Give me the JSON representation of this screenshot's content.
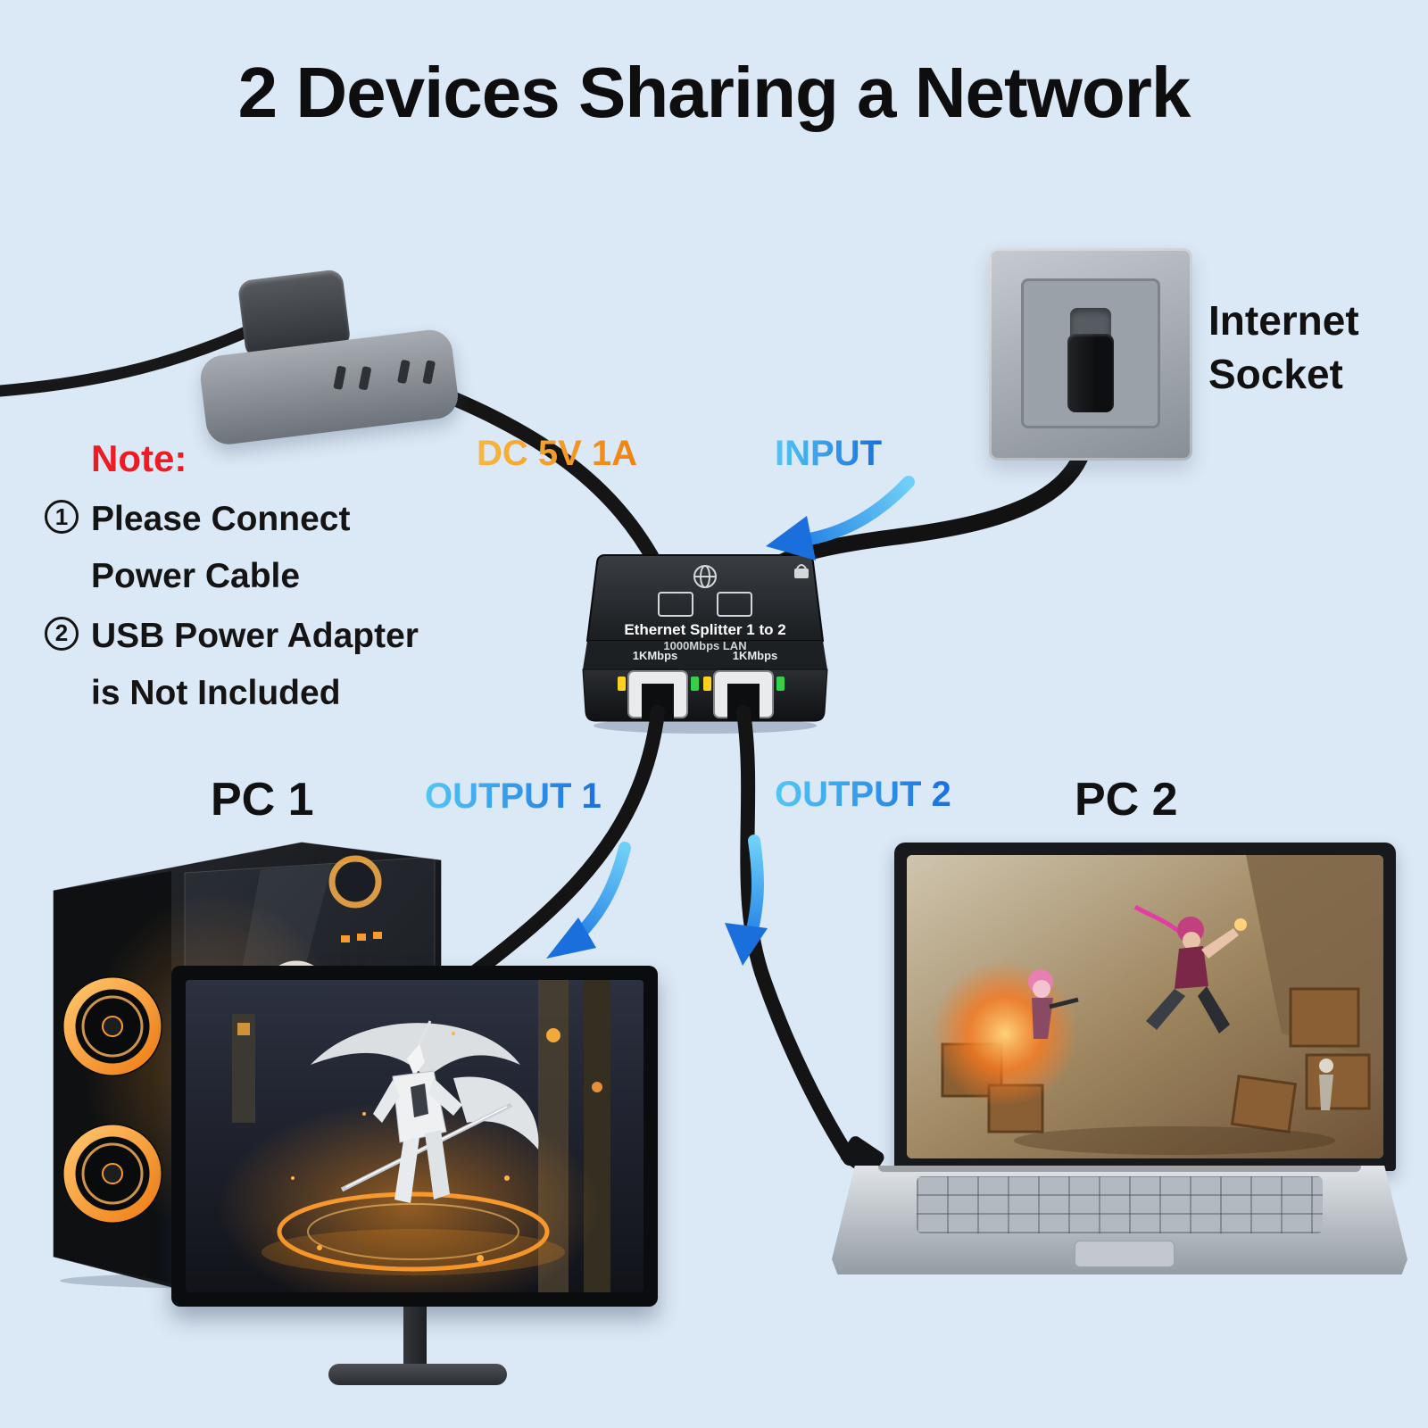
{
  "title": "2 Devices Sharing a Network",
  "labels": {
    "internet_socket_line1": "Internet",
    "internet_socket_line2": "Socket",
    "dc_power": "DC 5V 1A",
    "input": "INPUT",
    "output1": "OUTPUT 1",
    "output2": "OUTPUT 2",
    "pc1": "PC 1",
    "pc2": "PC 2"
  },
  "note": {
    "heading": "Note:",
    "items": [
      {
        "marker": "1",
        "line1": "Please Connect",
        "line2": "Power Cable"
      },
      {
        "marker": "2",
        "line1": "USB Power Adapter",
        "line2": "is Not Included"
      }
    ]
  },
  "splitter": {
    "title": "Ethernet Splitter 1 to 2",
    "subtitle": "1000Mbps LAN",
    "port1_speed": "1KMbps",
    "port2_speed": "1KMbps"
  },
  "colors": {
    "background": "#dbe8f5",
    "arrow_blue_light": "#53c6f4",
    "arrow_blue_dark": "#1a6fdd",
    "dc_orange": "#ee8212",
    "note_red": "#ec1c24",
    "led_yellow": "#ffd21f",
    "led_green": "#35d04a",
    "device_black": "#141518",
    "fan_orange": "#f79b2e"
  }
}
